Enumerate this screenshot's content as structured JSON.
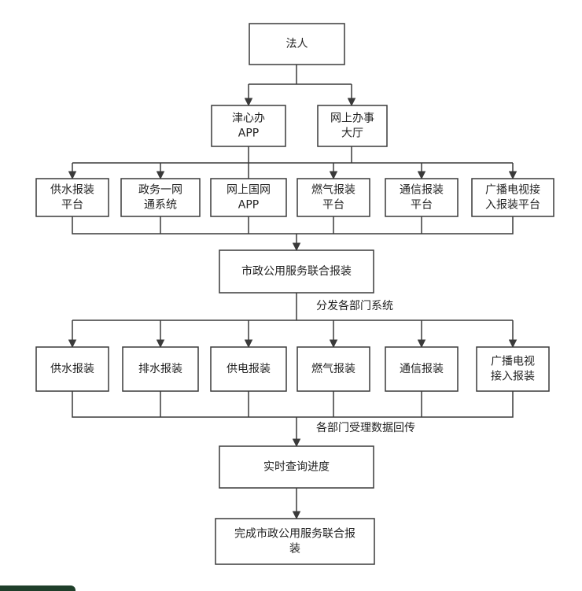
{
  "nodes": {
    "legal_person": [
      "法人"
    ],
    "jinxinban": [
      "津心办",
      "APP"
    ],
    "online_hall": [
      "网上办事",
      "大厅"
    ],
    "p_water": [
      "供水报装",
      "平台"
    ],
    "p_gov": [
      "政务一网",
      "通系统"
    ],
    "p_grid": [
      "网上国网",
      "APP"
    ],
    "p_gas": [
      "燃气报装",
      "平台"
    ],
    "p_telecom": [
      "通信报装",
      "平台"
    ],
    "p_tv": [
      "广播电视接",
      "入报装平台"
    ],
    "joint": [
      "市政公用服务联合报装"
    ],
    "d_water": [
      "供水报装"
    ],
    "d_drain": [
      "排水报装"
    ],
    "d_power": [
      "供电报装"
    ],
    "d_gas": [
      "燃气报装"
    ],
    "d_telecom": [
      "通信报装"
    ],
    "d_tv": [
      "广播电视",
      "接入报装"
    ],
    "progress": [
      "实时查询进度"
    ],
    "complete": [
      "完成市政公用服务联合报",
      "装"
    ]
  },
  "labels": {
    "dispatch": "分发各部门系统",
    "feedback": "各部门受理数据回传"
  },
  "colors": {
    "stroke": "#3a3a3a",
    "text": "#222222"
  }
}
